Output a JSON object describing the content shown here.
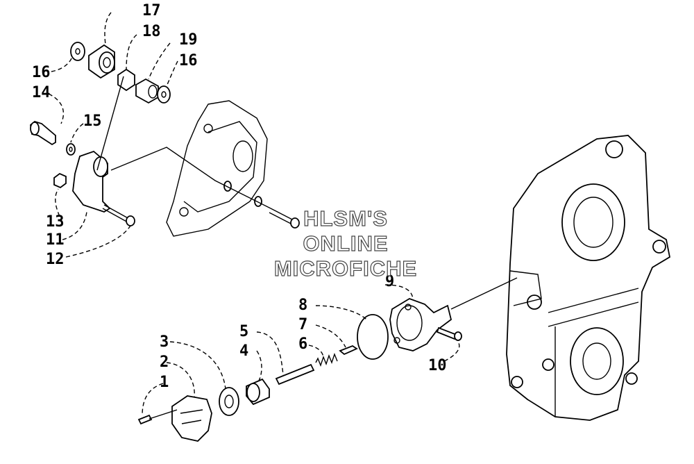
{
  "watermark": {
    "line1": "HLSM'S",
    "line2": "ONLINE",
    "line3": "MICROFICHE"
  },
  "callouts": [
    {
      "id": "17",
      "label": "17"
    },
    {
      "id": "18",
      "label": "18"
    },
    {
      "id": "19",
      "label": "19"
    },
    {
      "id": "16a",
      "label": "16"
    },
    {
      "id": "16b",
      "label": "16"
    },
    {
      "id": "14",
      "label": "14"
    },
    {
      "id": "15",
      "label": "15"
    },
    {
      "id": "13",
      "label": "13"
    },
    {
      "id": "11",
      "label": "11"
    },
    {
      "id": "12",
      "label": "12"
    },
    {
      "id": "9",
      "label": "9"
    },
    {
      "id": "8",
      "label": "8"
    },
    {
      "id": "7",
      "label": "7"
    },
    {
      "id": "6",
      "label": "6"
    },
    {
      "id": "5",
      "label": "5"
    },
    {
      "id": "4",
      "label": "4"
    },
    {
      "id": "3",
      "label": "3"
    },
    {
      "id": "2",
      "label": "2"
    },
    {
      "id": "1",
      "label": "1"
    },
    {
      "id": "10",
      "label": "10"
    }
  ]
}
